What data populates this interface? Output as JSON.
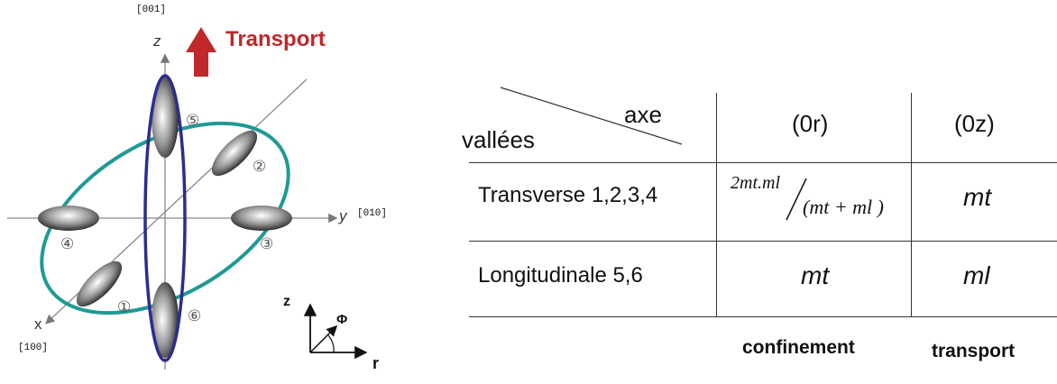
{
  "diagram": {
    "dir_001": "[001]",
    "dir_010": "[010]",
    "dir_100": "[100]",
    "axis_z": "z",
    "axis_y": "y",
    "axis_x": "x",
    "transport_label": "Transport",
    "valleys": [
      "⑤",
      "②",
      "④",
      "③",
      "①",
      "⑥"
    ],
    "inset_z": "z",
    "inset_phi": "Φ",
    "inset_r": "r",
    "colors": {
      "transport_arrow": "#c0282a",
      "blue_ellipse": "#2d2d8e",
      "teal_ellipse": "#1f9a94"
    }
  },
  "table": {
    "header_axe": "axe",
    "header_vallees": "vallées",
    "col_0r": "(0r)",
    "col_0z": "(0z)",
    "row1_label": "Transverse 1,2,3,4",
    "row1_0r_numerator": "2mt.ml",
    "row1_0r_denominator": "(mt + ml )",
    "row1_0z": "mt",
    "row2_label": "Longitudinale  5,6",
    "row2_0r": "mt",
    "row2_0z": "ml",
    "footer_confinement": "confinement",
    "footer_transport": "transport"
  }
}
